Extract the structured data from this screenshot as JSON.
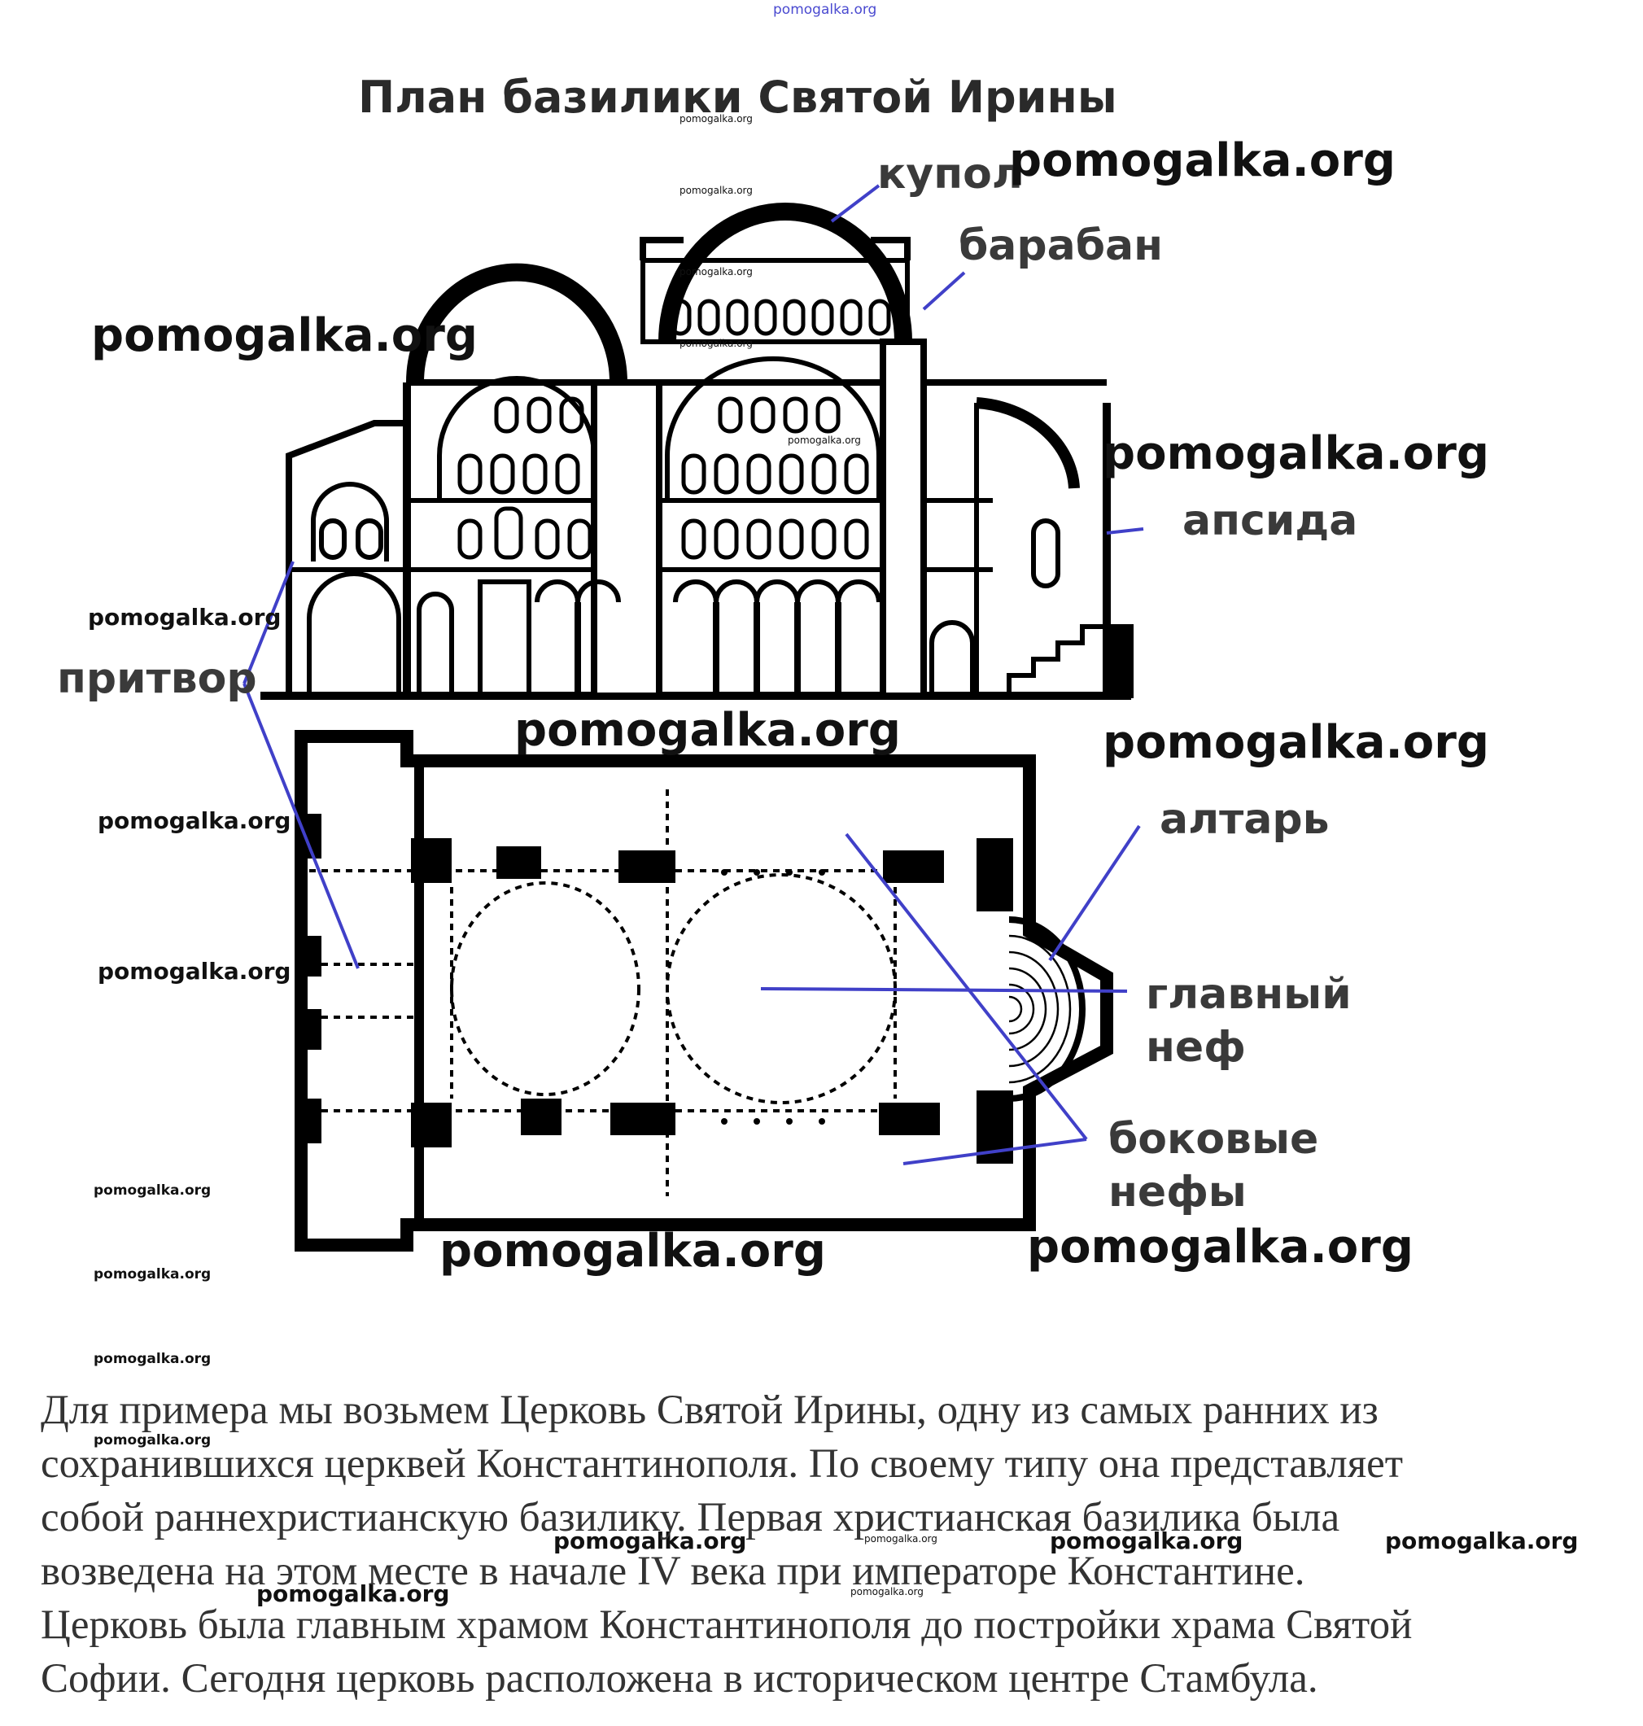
{
  "title": "План базилики Святой Ирины",
  "labels": {
    "dome": "купол",
    "drum": "барабан",
    "apse": "апсида",
    "narthex": "притвор",
    "altar": "алтарь",
    "main_nave_1": "главный",
    "main_nave_2": "неф",
    "side_naves_1": "боковые",
    "side_naves_2": "нефы"
  },
  "watermark": "pomogalka.org",
  "paragraph_lines": [
    "Для примера мы возьмем Церковь Святой Ирины, одну из самых ранних из",
    "сохранившихся церквей Константинополя. По своему типу она представляет",
    "собой раннехристианскую базилику. Первая христианская базилика была",
    "возведена на этом месте в начале IV века при императоре Константине.",
    "Церковь была главным храмом Константинополя до постройки храма Святой",
    "Софии. Сегодня церковь расположена в историческом центре Стамбула."
  ],
  "colors": {
    "leader_line": "#4040c8",
    "drawing": "#000000",
    "label": "#3a3a3a"
  }
}
